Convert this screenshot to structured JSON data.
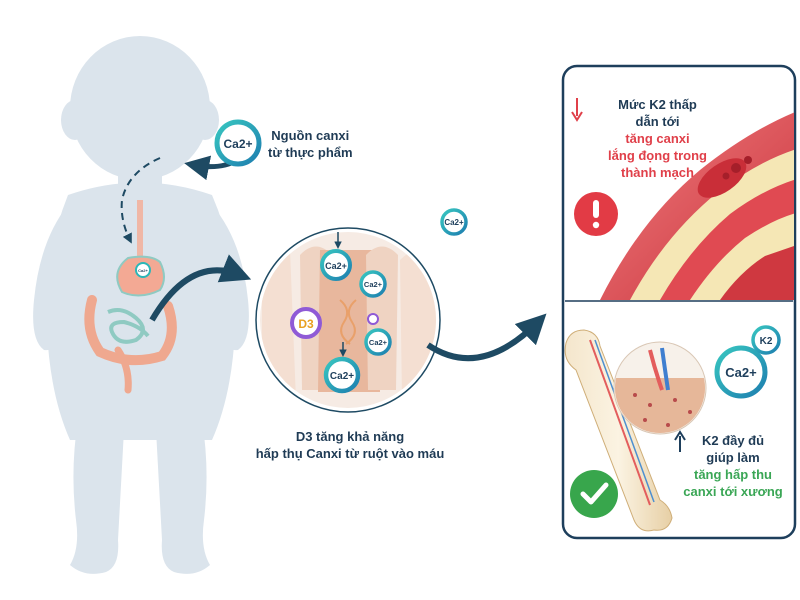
{
  "food_source": {
    "badge": "Ca2+",
    "line1": "Nguồn canxi",
    "line2": "từ thực phẩm"
  },
  "loose_badge": "Ca2+",
  "gut_badge": "Ca2+",
  "intestine": {
    "badges": [
      "Ca2+",
      "Ca2+",
      "Ca2+",
      "Ca2+"
    ],
    "vitamin": "D3",
    "caption_line1": "D3 tăng khả năng",
    "caption_line2": "hấp thụ Canxi từ ruột vào máu"
  },
  "k2_low": {
    "line1": "Mức K2 thấp",
    "line2": "dẫn tới",
    "line3": "tăng canxi",
    "line4": "lắng đọng trong",
    "line5": "thành mạch"
  },
  "k2_ok": {
    "badge_main": "Ca2+",
    "badge_k2": "K2",
    "line1": "K2 đầy đủ",
    "line2": "giúp làm",
    "line3": "tăng hấp thu",
    "line4": "canxi tới xương"
  },
  "colors": {
    "silhouette": "#dbe4ec",
    "badge_ring": "#2bb7b8",
    "badge_text": "#1e3f5c",
    "arrow": "#1e4a63",
    "panel_border": "#1e3f5c",
    "warning": "#e23b45",
    "success": "#38a64c",
    "text_red": "#e0404a",
    "text_green": "#3aa655",
    "text_dark": "#1f3b55"
  },
  "icons": [
    "exclamation-icon",
    "checkmark-icon",
    "arrow-down-icon",
    "arrow-up-icon"
  ]
}
